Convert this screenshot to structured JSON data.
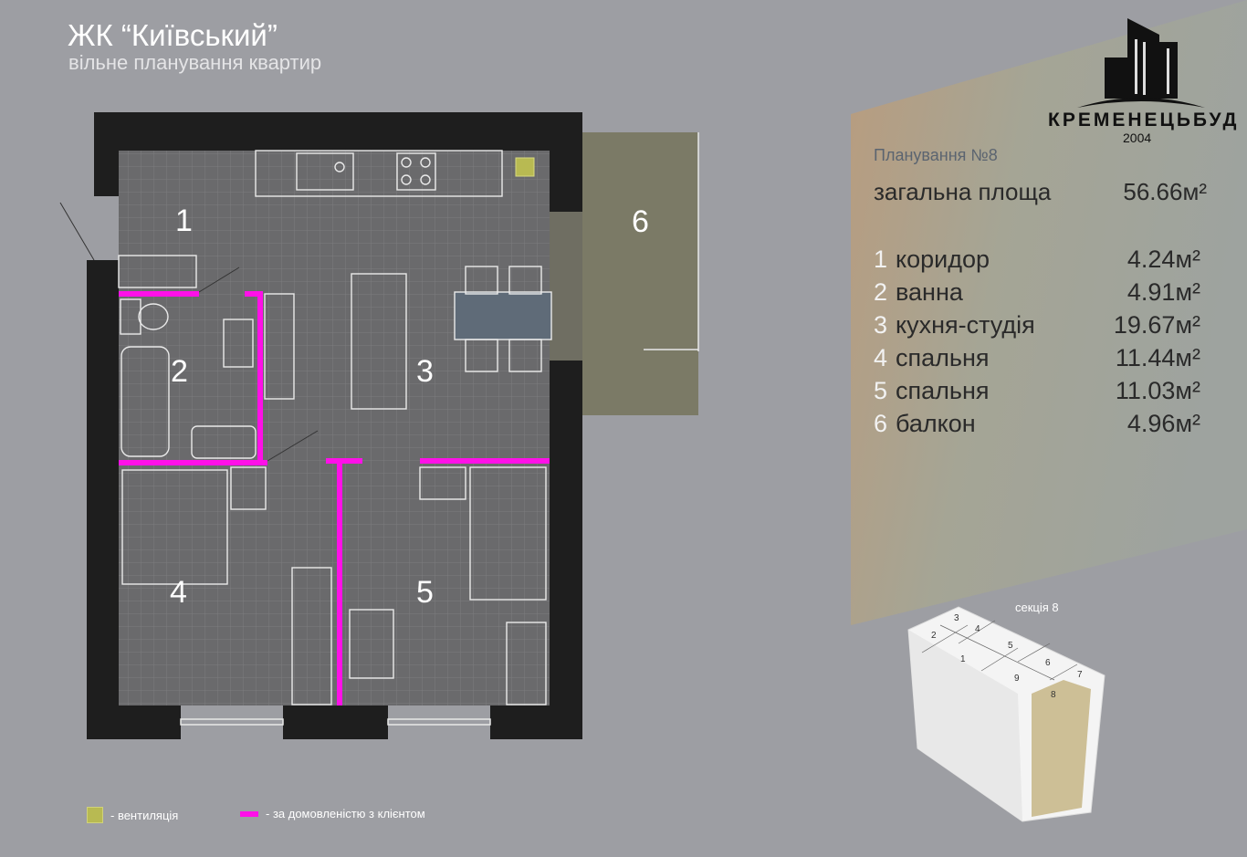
{
  "header": {
    "title": "ЖК “Київський”",
    "subtitle": "вільне планування квартир"
  },
  "brand": {
    "name": "КРЕМЕНЕЦЬБУД",
    "year": "2004",
    "logo_icon": "buildings-logo-icon"
  },
  "plan": {
    "plan_number": "Планування №8",
    "total_label": "загальна площа",
    "total_area": "56.66м²",
    "rooms": [
      {
        "num": "1",
        "name": "коридор",
        "area": "4.24м²"
      },
      {
        "num": "2",
        "name": "ванна",
        "area": "4.91м²"
      },
      {
        "num": "3",
        "name": "кухня-студія",
        "area": "19.67м²"
      },
      {
        "num": "4",
        "name": "спальня",
        "area": "11.44м²"
      },
      {
        "num": "5",
        "name": "спальня",
        "area": "11.03м²"
      },
      {
        "num": "6",
        "name": "балкон",
        "area": "4.96м²"
      }
    ]
  },
  "section": {
    "label": "секція 8",
    "numbers": [
      "1",
      "2",
      "3",
      "4",
      "5",
      "6",
      "7",
      "8",
      "9"
    ],
    "highlighted": "8"
  },
  "legend": {
    "ventilation": "- вентиляція",
    "by_agreement": "- за домовленістю з клієнтом"
  },
  "colors": {
    "wall": "#1e1e1e",
    "floor": "#6a6a6c",
    "balcony": "#7b7a66",
    "partition": "#ff10e8",
    "ventilation": "#b8ba52",
    "highlight": "#cdbf96"
  }
}
